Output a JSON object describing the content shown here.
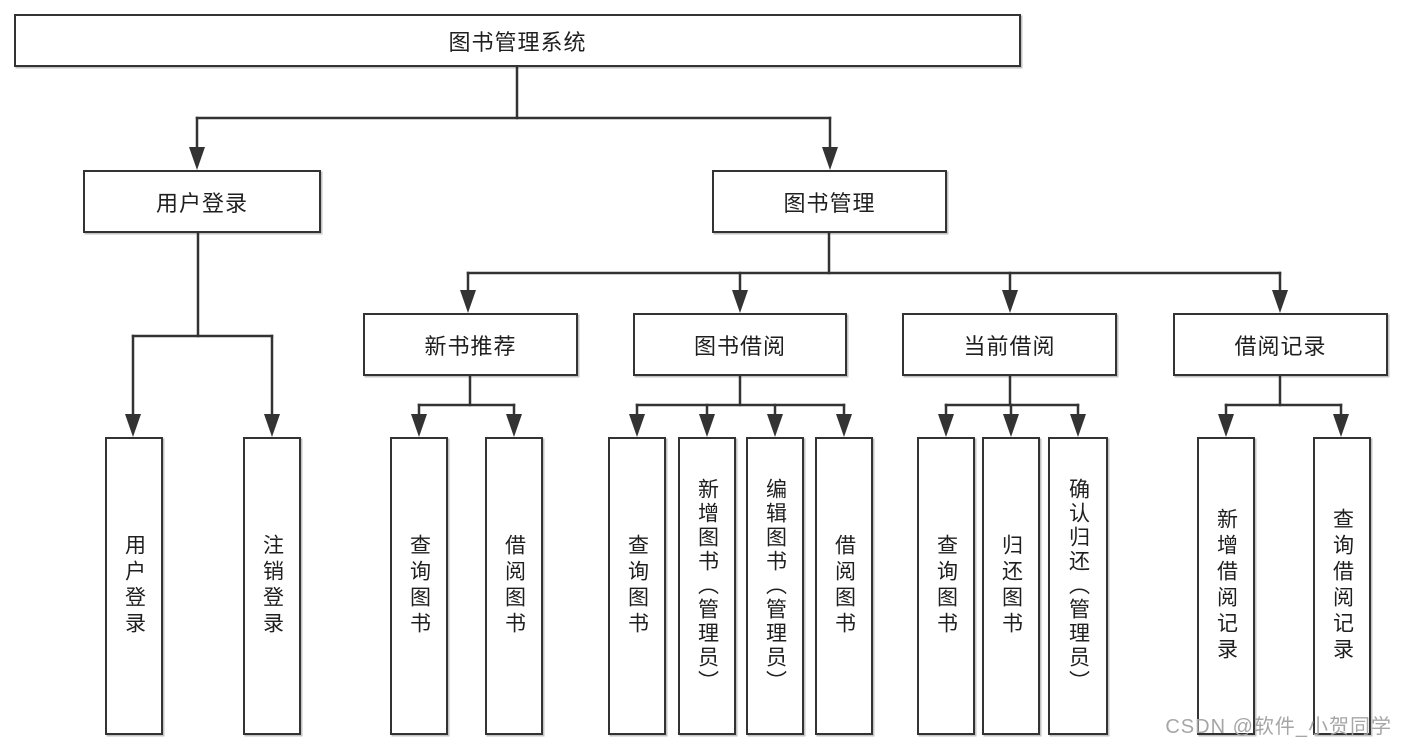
{
  "diagram": {
    "type": "hierarchy-tree",
    "root": "图书管理系统",
    "branches": [
      {
        "label": "用户登录",
        "children": [
          "用户登录",
          "注销登录"
        ]
      },
      {
        "label": "图书管理",
        "children": [
          {
            "label": "新书推荐",
            "children": [
              "查询图书",
              "借阅图书"
            ]
          },
          {
            "label": "图书借阅",
            "children": [
              "查询图书",
              "新增图书（管理员）",
              "编辑图书（管理员）",
              "借阅图书"
            ]
          },
          {
            "label": "当前借阅",
            "children": [
              "查询图书",
              "归还图书",
              "确认归还（管理员）"
            ]
          },
          {
            "label": "借阅记录",
            "children": [
              "新增借阅记录",
              "查询借阅记录"
            ]
          }
        ]
      }
    ],
    "colors": {
      "line": "#333333",
      "box_border": "#333333",
      "text": "#1f1f1f",
      "background": "#ffffff",
      "watermark": "#a6a6a6"
    }
  },
  "watermark": "CSDN @软件_小贺同学"
}
